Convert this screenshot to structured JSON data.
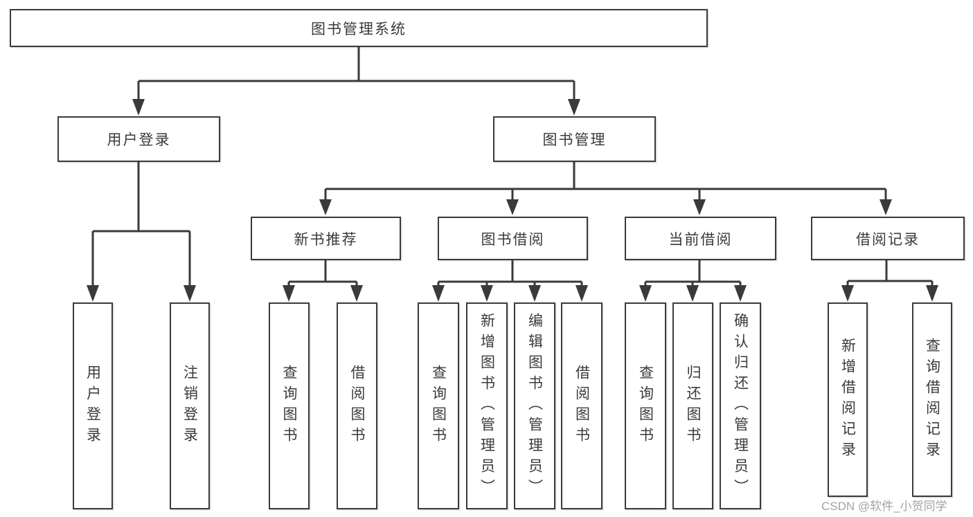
{
  "nodes": {
    "root": "图书管理系统",
    "level2": [
      "用户登录",
      "图书管理"
    ],
    "level3": [
      "新书推荐",
      "图书借阅",
      "当前借阅",
      "借阅记录"
    ]
  },
  "leaves": {
    "login": [
      "用户登录",
      "注销登录"
    ],
    "recommend": [
      "查询图书",
      "借阅图书"
    ],
    "borrow": [
      "查询图书",
      "新增图书（管理员）",
      "编辑图书（管理员）",
      "借阅图书"
    ],
    "current": [
      "查询图书",
      "归还图书",
      "确认归还（管理员）"
    ],
    "records": [
      "新增借阅记录",
      "查询借阅记录"
    ]
  },
  "watermark": "CSDN @软件_小贺同学",
  "colors": {
    "line": "#3a3a3a",
    "text": "#3a3a3a",
    "background": "#ffffff",
    "watermark": "#a3a3a3"
  }
}
